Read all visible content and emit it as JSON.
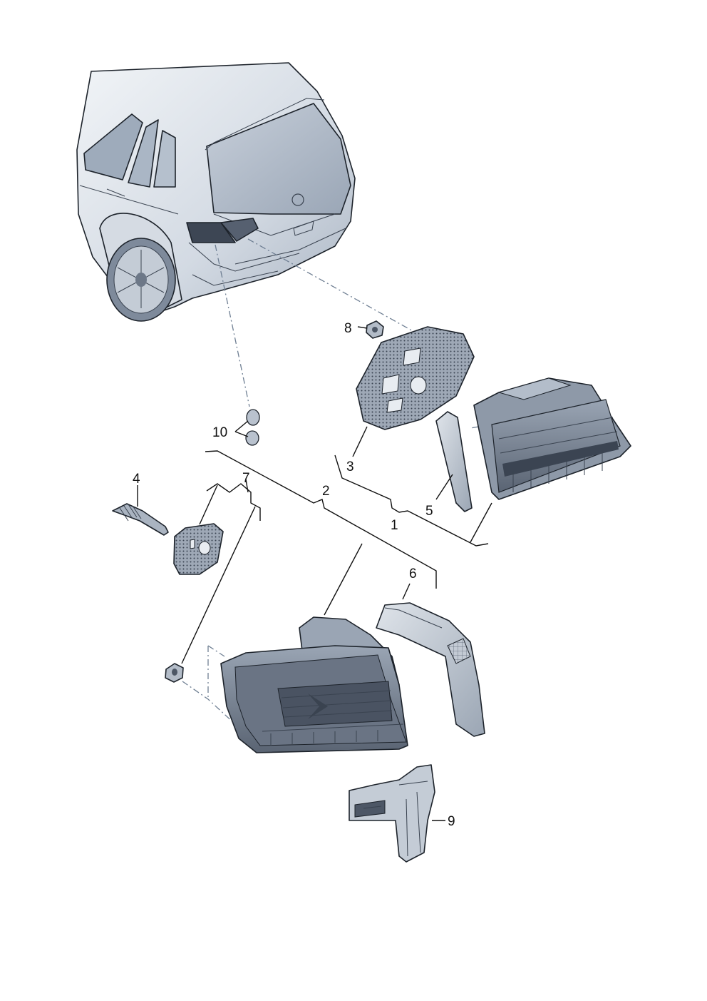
{
  "diagram": {
    "callouts": [
      {
        "id": "c1",
        "text": "1"
      },
      {
        "id": "c2",
        "text": "2"
      },
      {
        "id": "c3",
        "text": "3"
      },
      {
        "id": "c4",
        "text": "4"
      },
      {
        "id": "c5",
        "text": "5"
      },
      {
        "id": "c6",
        "text": "6"
      },
      {
        "id": "c7",
        "text": "7"
      },
      {
        "id": "c8",
        "text": "8"
      },
      {
        "id": "c9",
        "text": "9"
      },
      {
        "id": "c10",
        "text": "10"
      }
    ],
    "colors": {
      "body_light": "#e9edf2",
      "body_mid": "#c9d1dc",
      "body_dark": "#8c98a8",
      "glass": "#b5bfcc",
      "lamp_dark": "#4d5766",
      "gasket": "#8a94a3",
      "line": "#1d232b"
    }
  }
}
